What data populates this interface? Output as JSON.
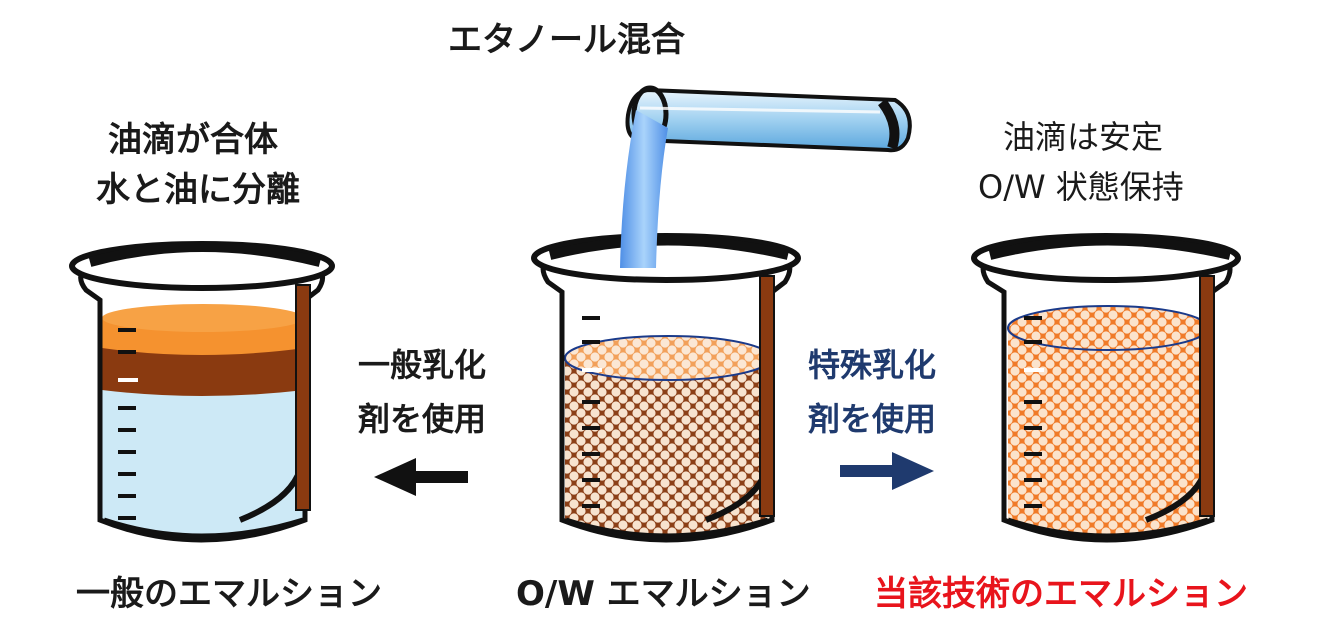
{
  "top_label": "エタノール混合",
  "left": {
    "top_line1": "油滴が合体",
    "top_line2": "水と油に分離",
    "bottom_label": "一般のエマルション"
  },
  "center": {
    "bottom_label": "O/W エマルション"
  },
  "right": {
    "top_line1": "油滴は安定",
    "top_line2": "O/W 状態保持",
    "bottom_label": "当該技術のエマルション"
  },
  "arrow_left": {
    "line1": "一般乳化",
    "line2": "剤を使用"
  },
  "arrow_right": {
    "line1": "特殊乳化",
    "line2": "剤を使用"
  },
  "colors": {
    "oil": "#f5922f",
    "oil_band": "#8a3a10",
    "water": "#cde9f6",
    "emulsion_dark": "#8b3f17",
    "glass_rim": "#111111",
    "tube": "#9fd0f0",
    "stream": "#6fa8f0",
    "arrow_left": "#111111",
    "arrow_right": "#1f3a6e",
    "right_arrow_text": "#1f3a6e",
    "highlight_text": "#e8141c"
  }
}
